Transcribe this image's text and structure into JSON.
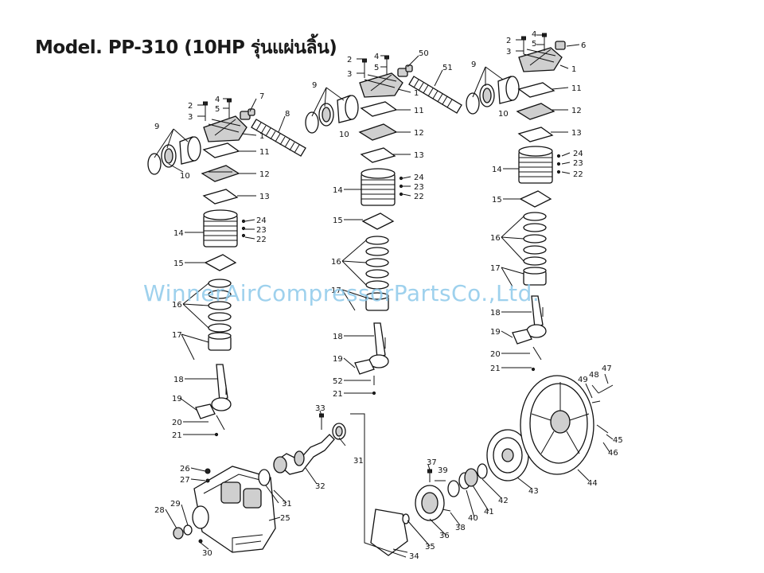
{
  "title": "Model. PP-310 (10HP รุ่นแผ่นลิ้น)",
  "watermark": "WinnerAirCompressorPartsCo.,Ltd.",
  "part_labels": [
    "1",
    "2",
    "3",
    "4",
    "5",
    "6",
    "7",
    "8",
    "9",
    "10",
    "11",
    "12",
    "13",
    "14",
    "15",
    "16",
    "17",
    "18",
    "19",
    "20",
    "21",
    "22",
    "23",
    "24",
    "25",
    "26",
    "27",
    "28",
    "29",
    "30",
    "31",
    "32",
    "33",
    "34",
    "35",
    "36",
    "37",
    "38",
    "39",
    "40",
    "41",
    "42",
    "43",
    "44",
    "45",
    "46",
    "47",
    "48",
    "49",
    "50",
    "51",
    "52"
  ]
}
